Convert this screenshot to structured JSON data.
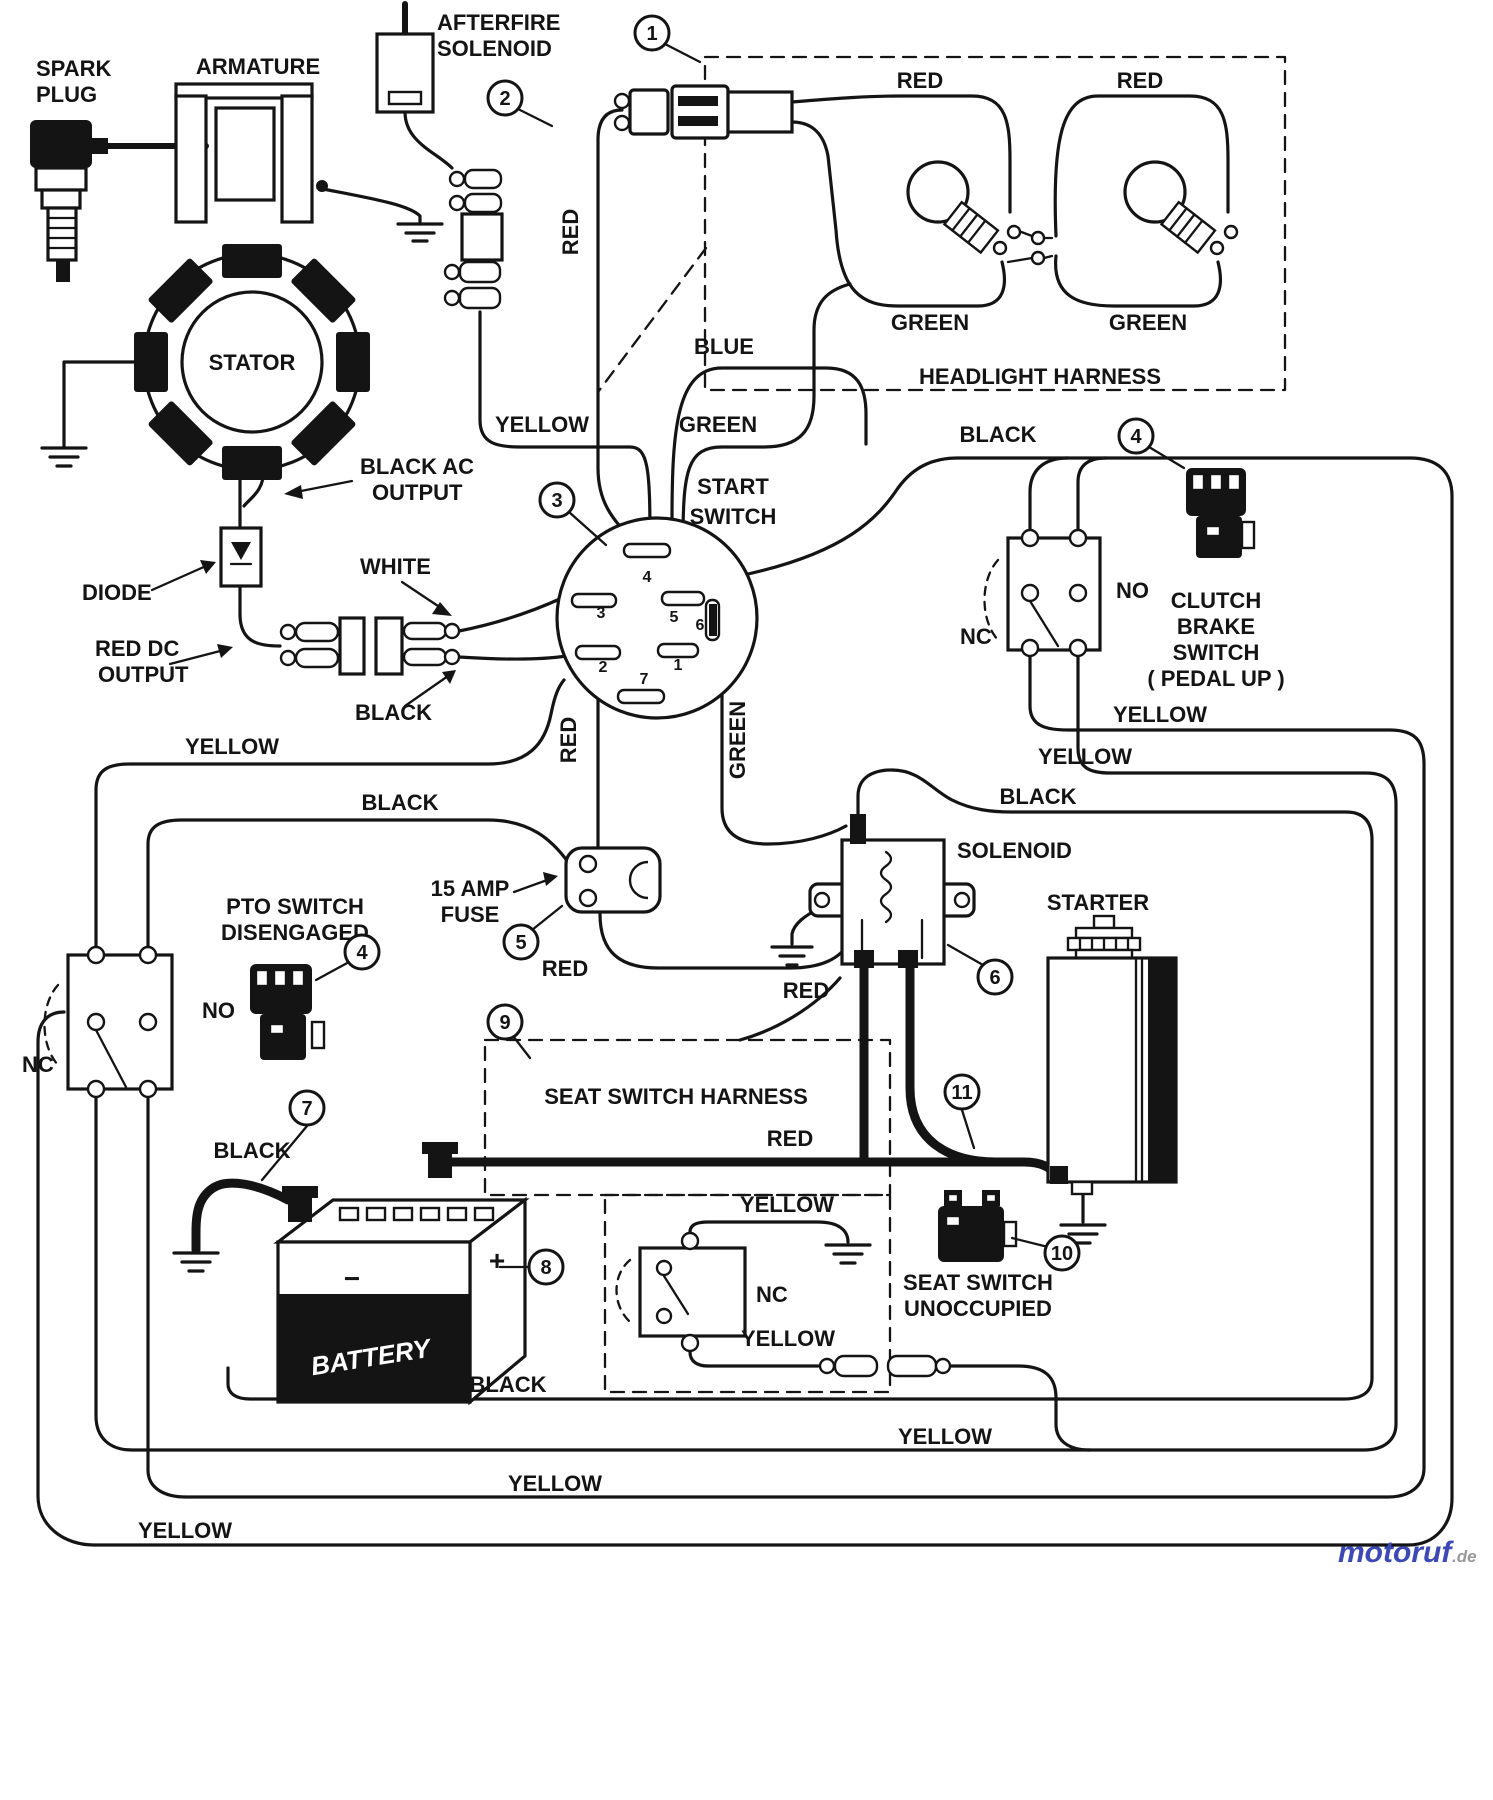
{
  "diagram": {
    "components": {
      "spark_plug": [
        "SPARK",
        "PLUG"
      ],
      "armature": "ARMATURE",
      "afterfire": [
        "AFTERFIRE",
        "SOLENOID"
      ],
      "stator": "STATOR",
      "black_ac": [
        "BLACK AC",
        "OUTPUT"
      ],
      "diode": "DIODE",
      "red_dc": [
        "RED DC",
        "OUTPUT"
      ],
      "white_lead": "WHITE",
      "black_lead": "BLACK",
      "start_switch": [
        "START",
        "SWITCH"
      ],
      "terminals": [
        "4",
        "3",
        "5",
        "6",
        "2",
        "7",
        "1"
      ],
      "headlight": "HEADLIGHT HARNESS",
      "clutch": [
        "CLUTCH",
        "BRAKE",
        "SWITCH",
        "( PEDAL UP )"
      ],
      "pto": [
        "PTO SWITCH",
        "DISENGAGED"
      ],
      "fuse": [
        "15 AMP",
        "FUSE"
      ],
      "solenoid": "SOLENOID",
      "starter": "STARTER",
      "seat_harness": "SEAT SWITCH HARNESS",
      "battery": "BATTERY",
      "battery_neg": "−",
      "battery_pos": "+",
      "seat_switch": [
        "SEAT SWITCH",
        "UNOCCUPIED"
      ]
    },
    "states": {
      "clutch_no": "NO",
      "clutch_nc": "NC",
      "pto_no": "NO",
      "pto_nc": "NC",
      "seat_nc": "NC"
    },
    "wires": {
      "red_top": "RED",
      "headlight_red_1": "RED",
      "headlight_red_2": "RED",
      "headlight_green_1": "GREEN",
      "headlight_green_2": "GREEN",
      "blue": "BLUE",
      "yellow_to_switch": "YELLOW",
      "green_to_switch": "GREEN",
      "black_top_right": "BLACK",
      "yellow_right_1": "YELLOW",
      "yellow_right_2": "YELLOW",
      "black_right": "BLACK",
      "yellow_left": "YELLOW",
      "black_left": "BLACK",
      "red_switch_down": "RED",
      "green_switch_down": "GREEN",
      "red_fuse": "RED",
      "red_solenoid": "RED",
      "red_battery": "RED",
      "black_battery": "BLACK",
      "yellow_seat_top": "YELLOW",
      "yellow_seat_bottom": "YELLOW",
      "black_bottom": "BLACK",
      "yellow_bus_1": "YELLOW",
      "yellow_bus_2": "YELLOW",
      "yellow_bus_3": "YELLOW"
    },
    "callouts": {
      "c1": "1",
      "c2": "2",
      "c3": "3",
      "c4": "4",
      "c4b": "4",
      "c5": "5",
      "c6": "6",
      "c7": "7",
      "c8": "8",
      "c9": "9",
      "c10": "10",
      "c11": "11"
    },
    "colors": {
      "line": "#141414",
      "background": "#ffffff",
      "watermark_brand": "#3d49b4",
      "watermark_suffix": "#999999"
    },
    "watermark": {
      "brand": "motoruf",
      "suffix": ".de"
    }
  }
}
